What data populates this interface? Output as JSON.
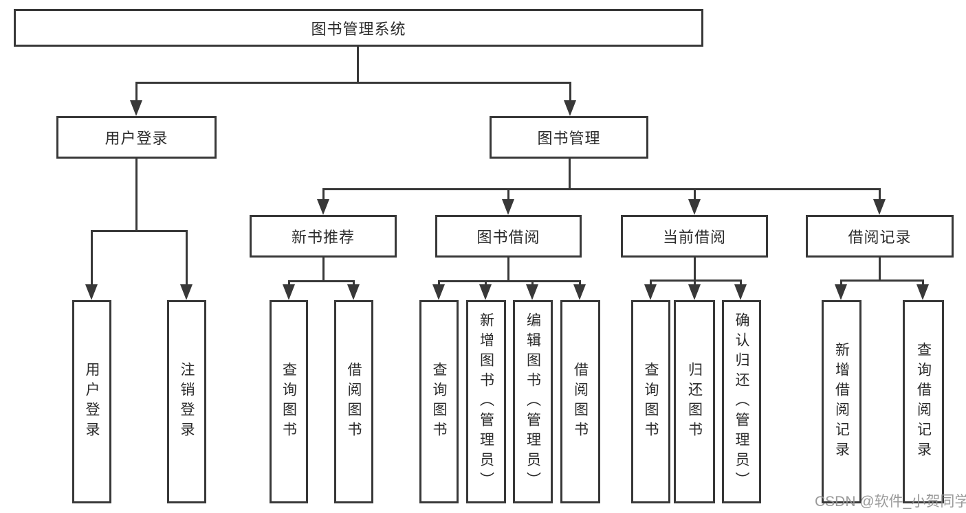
{
  "tree": {
    "root": {
      "label": "图书管理系统"
    },
    "branches": [
      {
        "label": "用户登录",
        "children": [
          {
            "label": "用户登录"
          },
          {
            "label": "注销登录"
          }
        ]
      },
      {
        "label": "图书管理",
        "sections": [
          {
            "label": "新书推荐",
            "children": [
              {
                "label": "查询图书"
              },
              {
                "label": "借阅图书"
              }
            ]
          },
          {
            "label": "图书借阅",
            "children": [
              {
                "label": "查询图书"
              },
              {
                "label": "新增图书（管理员）"
              },
              {
                "label": "编辑图书（管理员）"
              },
              {
                "label": "借阅图书"
              }
            ]
          },
          {
            "label": "当前借阅",
            "children": [
              {
                "label": "查询图书"
              },
              {
                "label": "归还图书"
              },
              {
                "label": "确认归还（管理员）"
              }
            ]
          },
          {
            "label": "借阅记录",
            "children": [
              {
                "label": "新增借阅记录"
              },
              {
                "label": "查询借阅记录"
              }
            ]
          }
        ]
      }
    ]
  },
  "colors": {
    "line": "#383838",
    "text": "#2b2b2b",
    "background": "#ffffff",
    "watermark": "#919191"
  },
  "watermark": {
    "text": "CSDN @软件_小贺同学"
  }
}
